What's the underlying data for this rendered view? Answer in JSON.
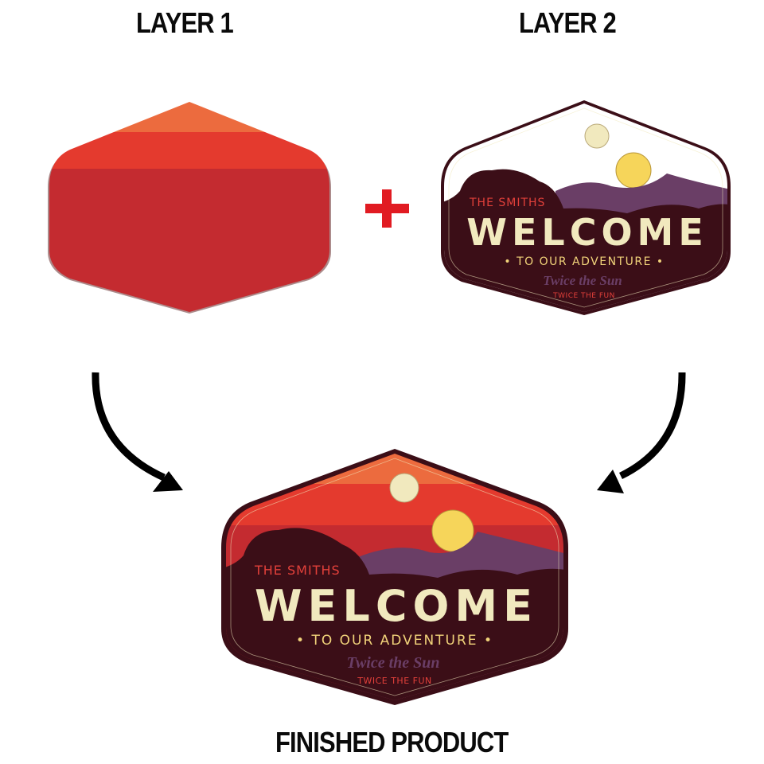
{
  "labels": {
    "layer1": "LAYER 1",
    "layer2": "LAYER 2",
    "finished": "FINISHED PRODUCT"
  },
  "operator": "+",
  "sign": {
    "family": "THE SMITHS",
    "headline": "WELCOME",
    "subline": "• TO OUR ADVENTURE •",
    "script": "Twice the Sun",
    "tagline": "TWICE THE FUN"
  },
  "colors": {
    "band_top": "#EC6B3E",
    "band_mid": "#E43A2E",
    "band_low": "#C42B30",
    "maroon": "#3B0E17",
    "purple": "#6A3E66",
    "cream": "#F1E9BE",
    "sun": "#F6D55A",
    "red_text": "#E2403A",
    "plus": "#E11B22"
  }
}
